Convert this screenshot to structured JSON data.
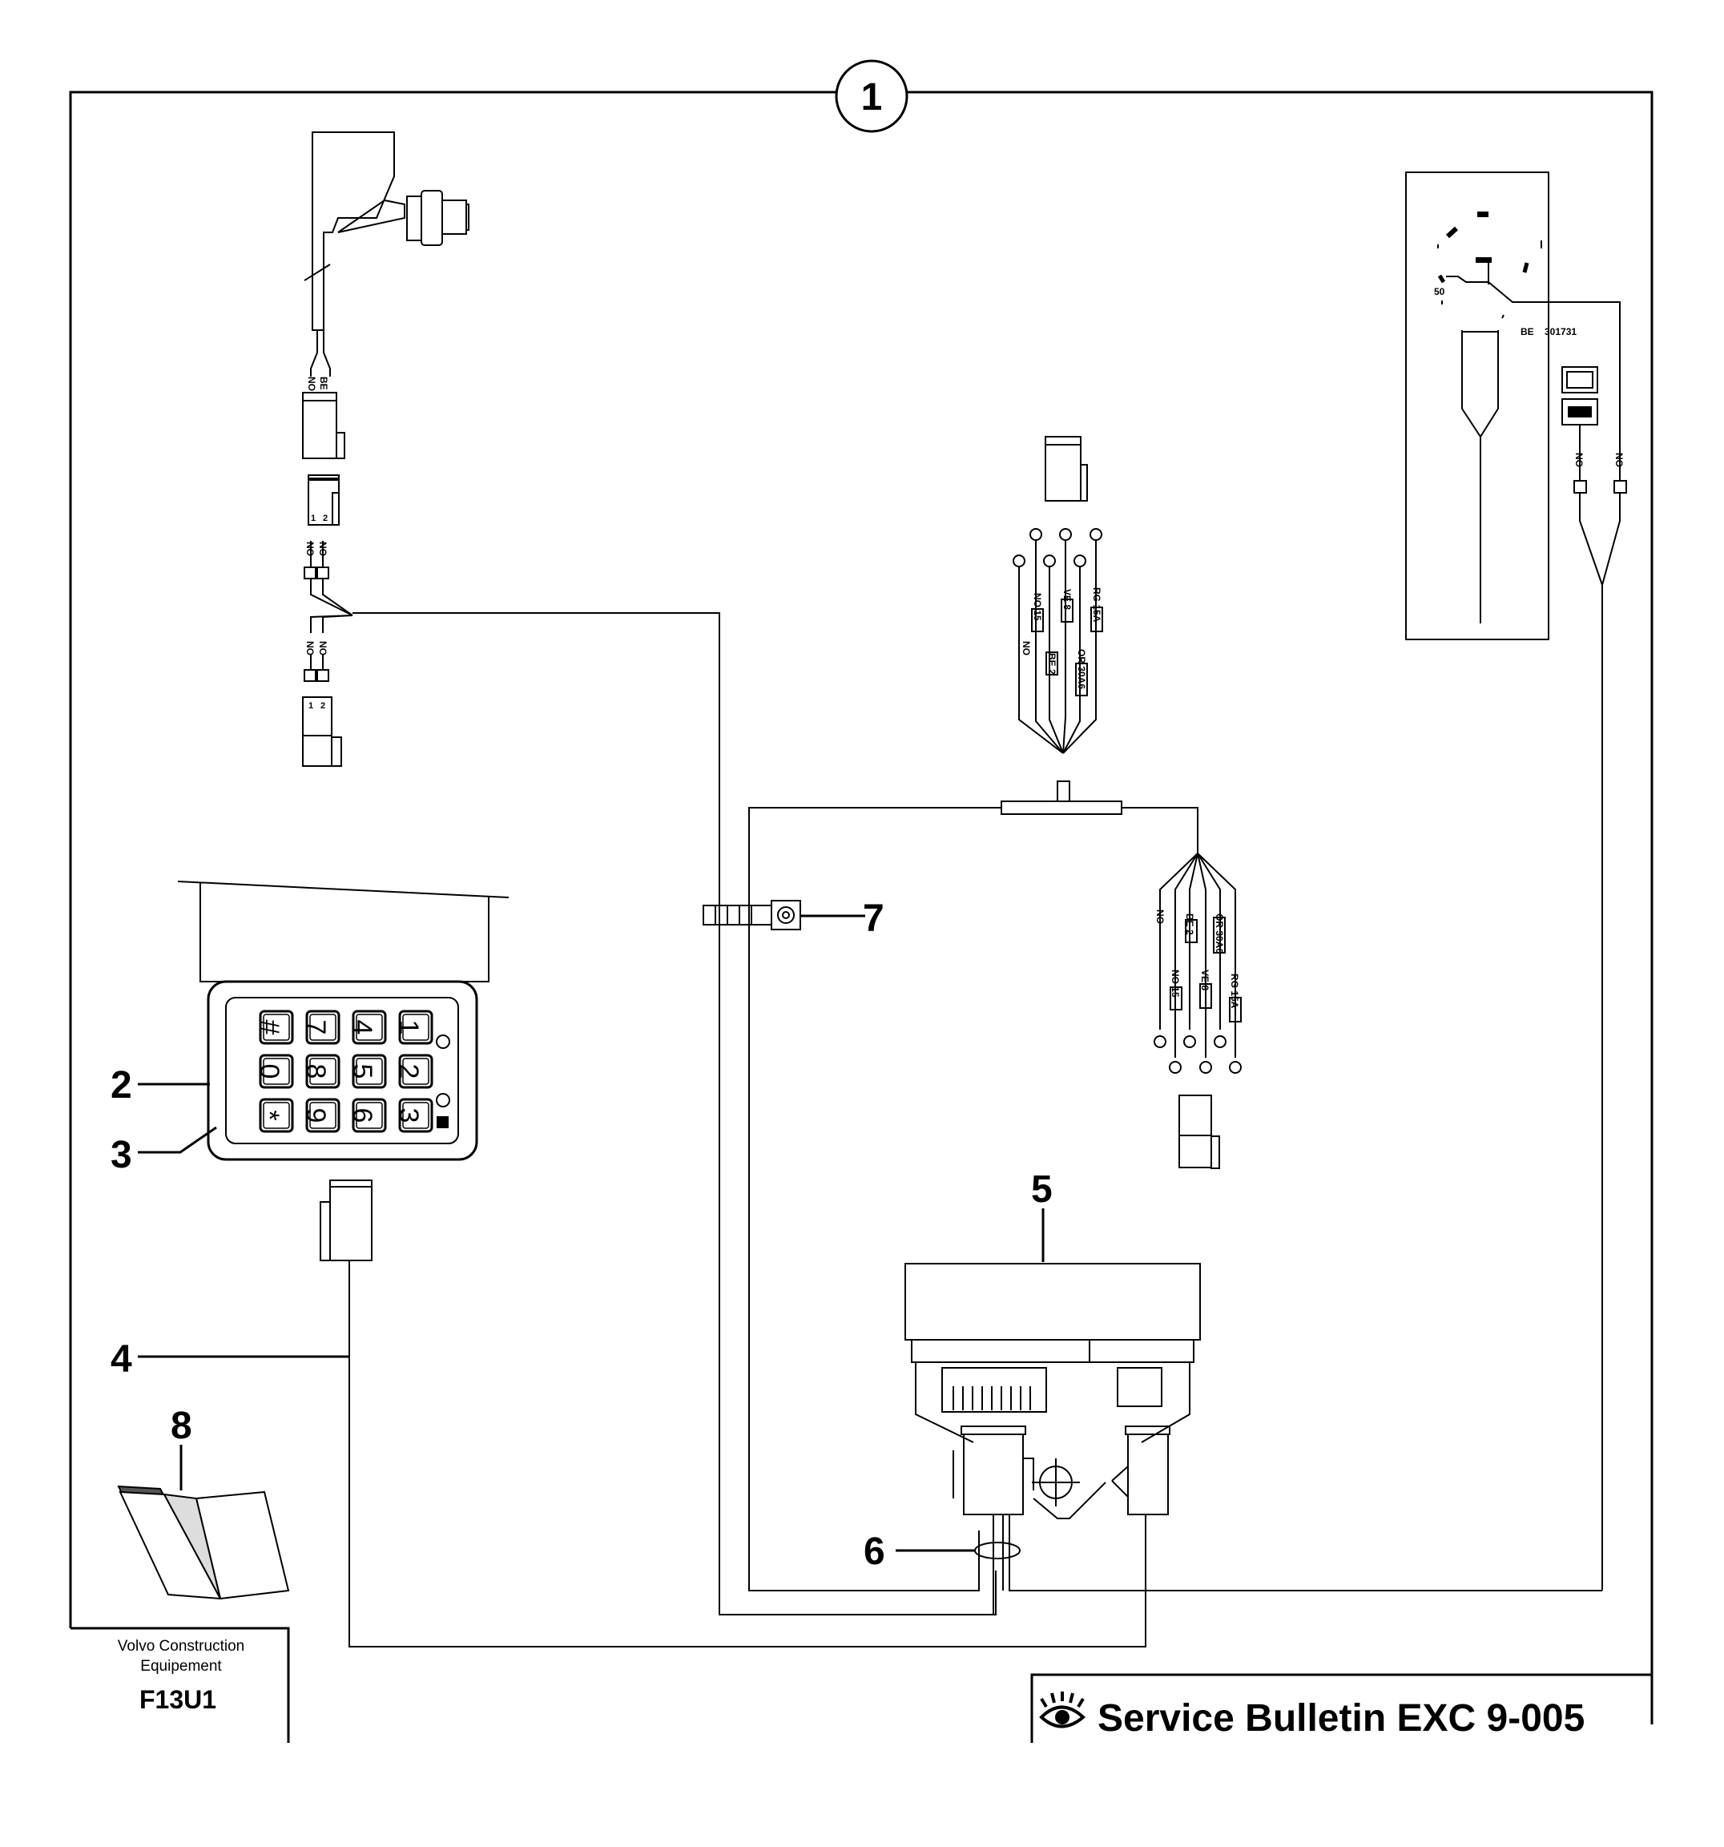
{
  "sheet": {
    "number": "1"
  },
  "callouts": {
    "c2": "2",
    "c3": "3",
    "c4": "4",
    "c5": "5",
    "c6": "6",
    "c7": "7",
    "c8": "8"
  },
  "keypad": {
    "keys": [
      "#",
      "7",
      "4",
      "1",
      "0",
      "8",
      "5",
      "2",
      "*",
      "9",
      "6",
      "3"
    ]
  },
  "wire_labels": {
    "top_left": [
      "NO",
      "BE"
    ],
    "top_left_pins": [
      "1",
      "2"
    ],
    "mid_left_upper": [
      "NO",
      "NO"
    ],
    "mid_left_lower": [
      "NO",
      "NO"
    ],
    "mid_left_lower_pins": [
      "1",
      "2"
    ],
    "center": [
      "NO",
      "NO 15",
      "BE 2",
      "VE 8",
      "OR 30A6",
      "RG 15A"
    ],
    "right_lower": [
      "NO",
      "NO 15",
      "BE 2",
      "VE 8",
      "OR 30A6",
      "RG 15A"
    ],
    "gauge_value": "50",
    "gauge_wire": "BE",
    "gauge_part": "301731",
    "gauge_leads": [
      "NO",
      "NO"
    ]
  },
  "footer": {
    "company_line1": "Volvo Construction",
    "company_line2": "Equipement",
    "model": "F13U1",
    "bulletin": "Service Bulletin EXC 9-005"
  }
}
